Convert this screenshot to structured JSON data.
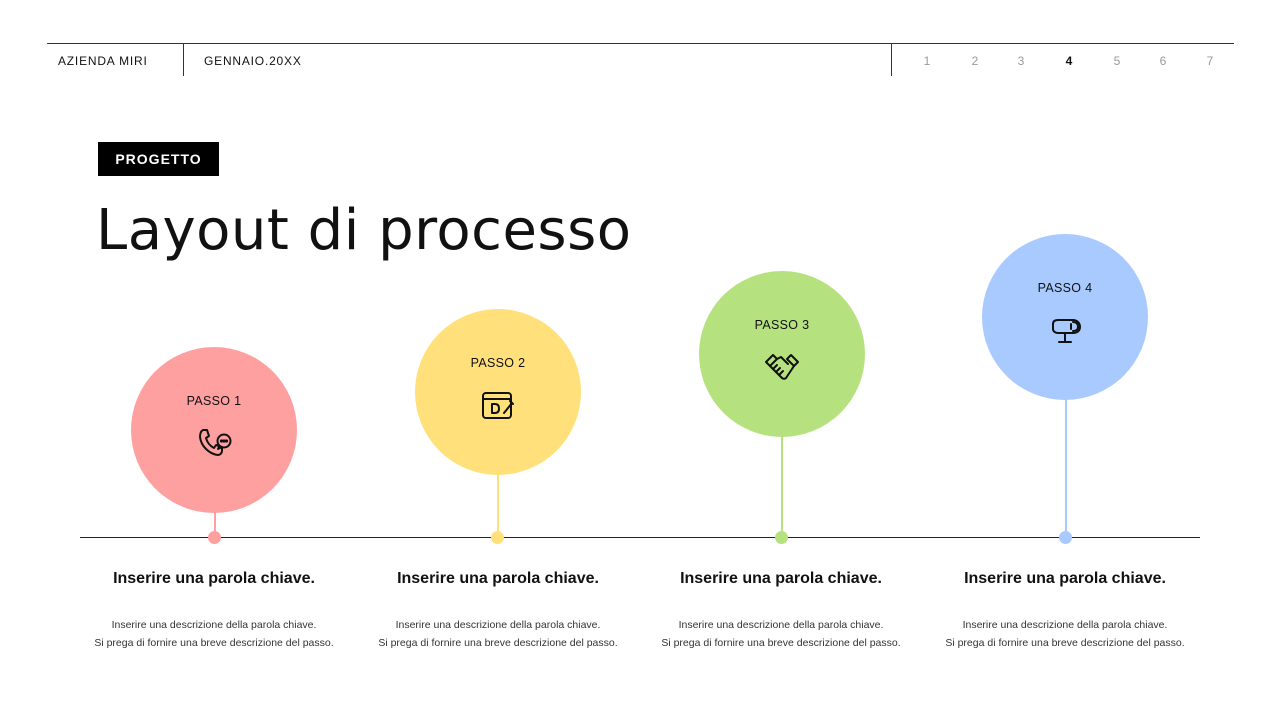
{
  "header": {
    "company": "AZIENDA MIRI",
    "date": "GENNAIO.20XX",
    "pages": [
      "1",
      "2",
      "3",
      "4",
      "5",
      "6",
      "7"
    ],
    "active_page": "4"
  },
  "tag": "PROGETTO",
  "title": "Layout di processo",
  "colors": {
    "step1": "#FFA0A0",
    "step2": "#FFE07A",
    "step3": "#B5E27E",
    "step4": "#A8CAFF"
  },
  "steps": [
    {
      "label": "PASSO 1",
      "icon": "phone-chat-icon",
      "keyword": "Inserire una parola chiave.",
      "desc_line1": "Inserire una descrizione della parola chiave.",
      "desc_line2": "Si prega di fornire una breve descrizione del passo."
    },
    {
      "label": "PASSO 2",
      "icon": "calendar-edit-icon",
      "keyword": "Inserire una parola chiave.",
      "desc_line1": "Inserire una descrizione della parola chiave.",
      "desc_line2": "Si prega di fornire una breve descrizione del passo."
    },
    {
      "label": "PASSO 3",
      "icon": "handshake-icon",
      "keyword": "Inserire una parola chiave.",
      "desc_line1": "Inserire una descrizione della parola chiave.",
      "desc_line2": "Si prega di fornire una breve descrizione del passo."
    },
    {
      "label": "PASSO 4",
      "icon": "microphone-icon",
      "keyword": "Inserire una parola chiave.",
      "desc_line1": "Inserire una descrizione della parola chiave.",
      "desc_line2": "Si prega di fornire una breve descrizione del passo."
    }
  ]
}
